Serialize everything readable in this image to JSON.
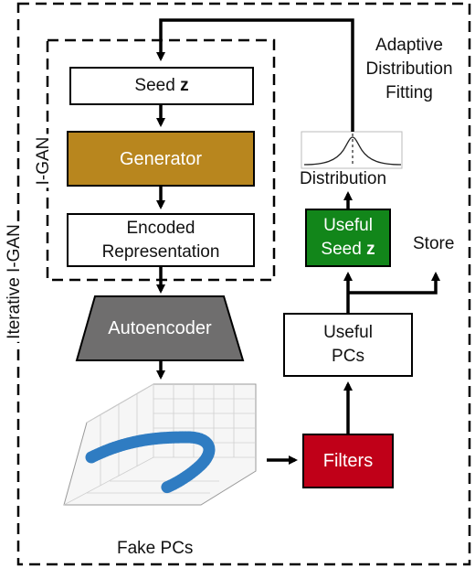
{
  "outer_label": "Iterative I-GAN",
  "inner_label": "I-GAN",
  "nodes": {
    "seed": {
      "text": "Seed",
      "var": "z"
    },
    "generator": "Generator",
    "encoded_line1": "Encoded",
    "encoded_line2": "Representation",
    "autoencoder": "Autoencoder",
    "fake_pcs": "Fake PCs",
    "filters": "Filters",
    "useful_pcs_line1": "Useful",
    "useful_pcs_line2": "PCs",
    "useful_seed_line1": "Useful",
    "useful_seed_line2": "Seed",
    "useful_seed_var": "z",
    "store": "Store",
    "distribution": "Distribution",
    "adaptive_line1": "Adaptive",
    "adaptive_line2": "Distribution",
    "adaptive_line3": "Fitting"
  },
  "colors": {
    "generator": "#b8861e",
    "autoencoder": "#6f6e6e",
    "useful_seed": "#12861a",
    "filters": "#c00018",
    "point_cloud": "#2f7cc2"
  }
}
